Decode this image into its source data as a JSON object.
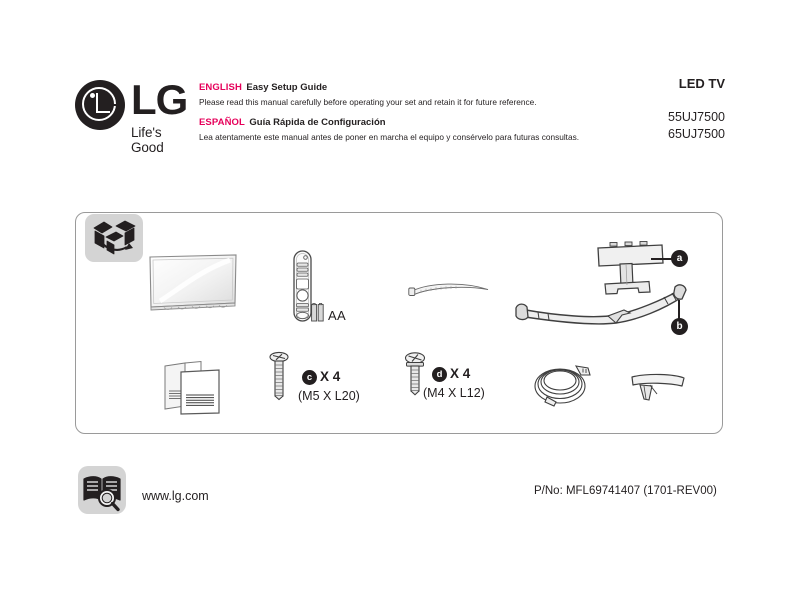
{
  "document": {
    "brand": {
      "logo_icon": "lg-circle-logo",
      "wordmark": "LG",
      "tagline": "Life's Good"
    },
    "titles": {
      "english_lang": "ENGLISH",
      "english_title": "Easy Setup Guide",
      "english_body": "Please read this manual carefully before operating your set and retain it for future reference.",
      "spanish_lang": "ESPAÑOL",
      "spanish_title": "Guía Rápida de Configuración",
      "spanish_body": "Lea atentamente este manual antes de poner en marcha el equipo y consérvelo para futuras consultas."
    },
    "product": {
      "category": "LED TV",
      "models": [
        "55UJ7500",
        "65UJ7500"
      ]
    },
    "colors": {
      "accent_pink": "#e6005a",
      "ink": "#231f20",
      "icon_panel_grey": "#d4d4d4",
      "box_border": "#9a9a9a"
    }
  },
  "contents_box": {
    "unpack_icon": "open-box-icon",
    "items": [
      {
        "id": "tv",
        "icon": "tv-panel-icon",
        "label": ""
      },
      {
        "id": "remote",
        "icon": "remote-control-icon",
        "label": ""
      },
      {
        "id": "batteries",
        "icon": "aa-battery-icon",
        "label": "AA"
      },
      {
        "id": "cable-tie",
        "icon": "cable-tie-icon",
        "label": ""
      },
      {
        "id": "stand-body",
        "icon": "stand-body-icon",
        "callout": "a"
      },
      {
        "id": "stand-base",
        "icon": "stand-base-icon",
        "callout": "b"
      },
      {
        "id": "manuals",
        "icon": "manual-booklets-icon",
        "label": ""
      },
      {
        "id": "screw-c",
        "icon": "screw-icon",
        "callout": "c",
        "quantity": "X 4",
        "spec": "(M5 X L20)"
      },
      {
        "id": "screw-d",
        "icon": "screw-icon",
        "callout": "d",
        "quantity": "X 4",
        "spec": "(M4 X L12)"
      },
      {
        "id": "power-cord",
        "icon": "power-cord-icon",
        "label": ""
      },
      {
        "id": "cable-holder",
        "icon": "cable-holder-clip-icon",
        "label": ""
      }
    ],
    "callouts": {
      "a": "a",
      "b": "b",
      "c": "c",
      "d": "d"
    }
  },
  "footer": {
    "manual_icon": "book-magnifier-icon",
    "website": "www.lg.com",
    "part_number": "P/No: MFL69741407 (1701-REV00)"
  }
}
